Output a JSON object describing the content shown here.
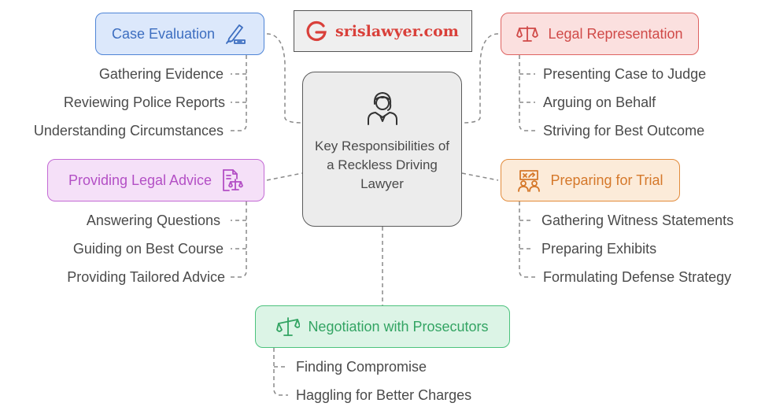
{
  "logo": {
    "text": "srislawyer.com"
  },
  "center": {
    "title": "Key Responsibilities of a Reckless Driving Lawyer"
  },
  "branches": {
    "case_evaluation": {
      "label": "Case Evaluation",
      "color": "#4e84d6",
      "icon": "pen-icon",
      "items": [
        "Gathering Evidence",
        "Reviewing Police Reports",
        "Understanding Circumstances"
      ]
    },
    "legal_representation": {
      "label": "Legal Representation",
      "color": "#de6361",
      "icon": "scales-icon",
      "items": [
        "Presenting Case to Judge",
        "Arguing on Behalf",
        "Striving for Best Outcome"
      ]
    },
    "legal_advice": {
      "label": "Providing Legal Advice",
      "color": "#c36ad4",
      "icon": "document-scales-icon",
      "items": [
        "Answering Questions",
        "Guiding on Best Course",
        "Providing Tailored Advice"
      ]
    },
    "trial": {
      "label": "Preparing for Trial",
      "color": "#e28b3b",
      "icon": "team-strategy-icon",
      "items": [
        "Gathering Witness Statements",
        "Preparing Exhibits",
        "Formulating Defense Strategy"
      ]
    },
    "negotiation": {
      "label": "Negotiation with Prosecutors",
      "color": "#4cc27d",
      "icon": "balance-icon",
      "items": [
        "Finding Compromise",
        "Haggling for Better Charges"
      ]
    }
  }
}
